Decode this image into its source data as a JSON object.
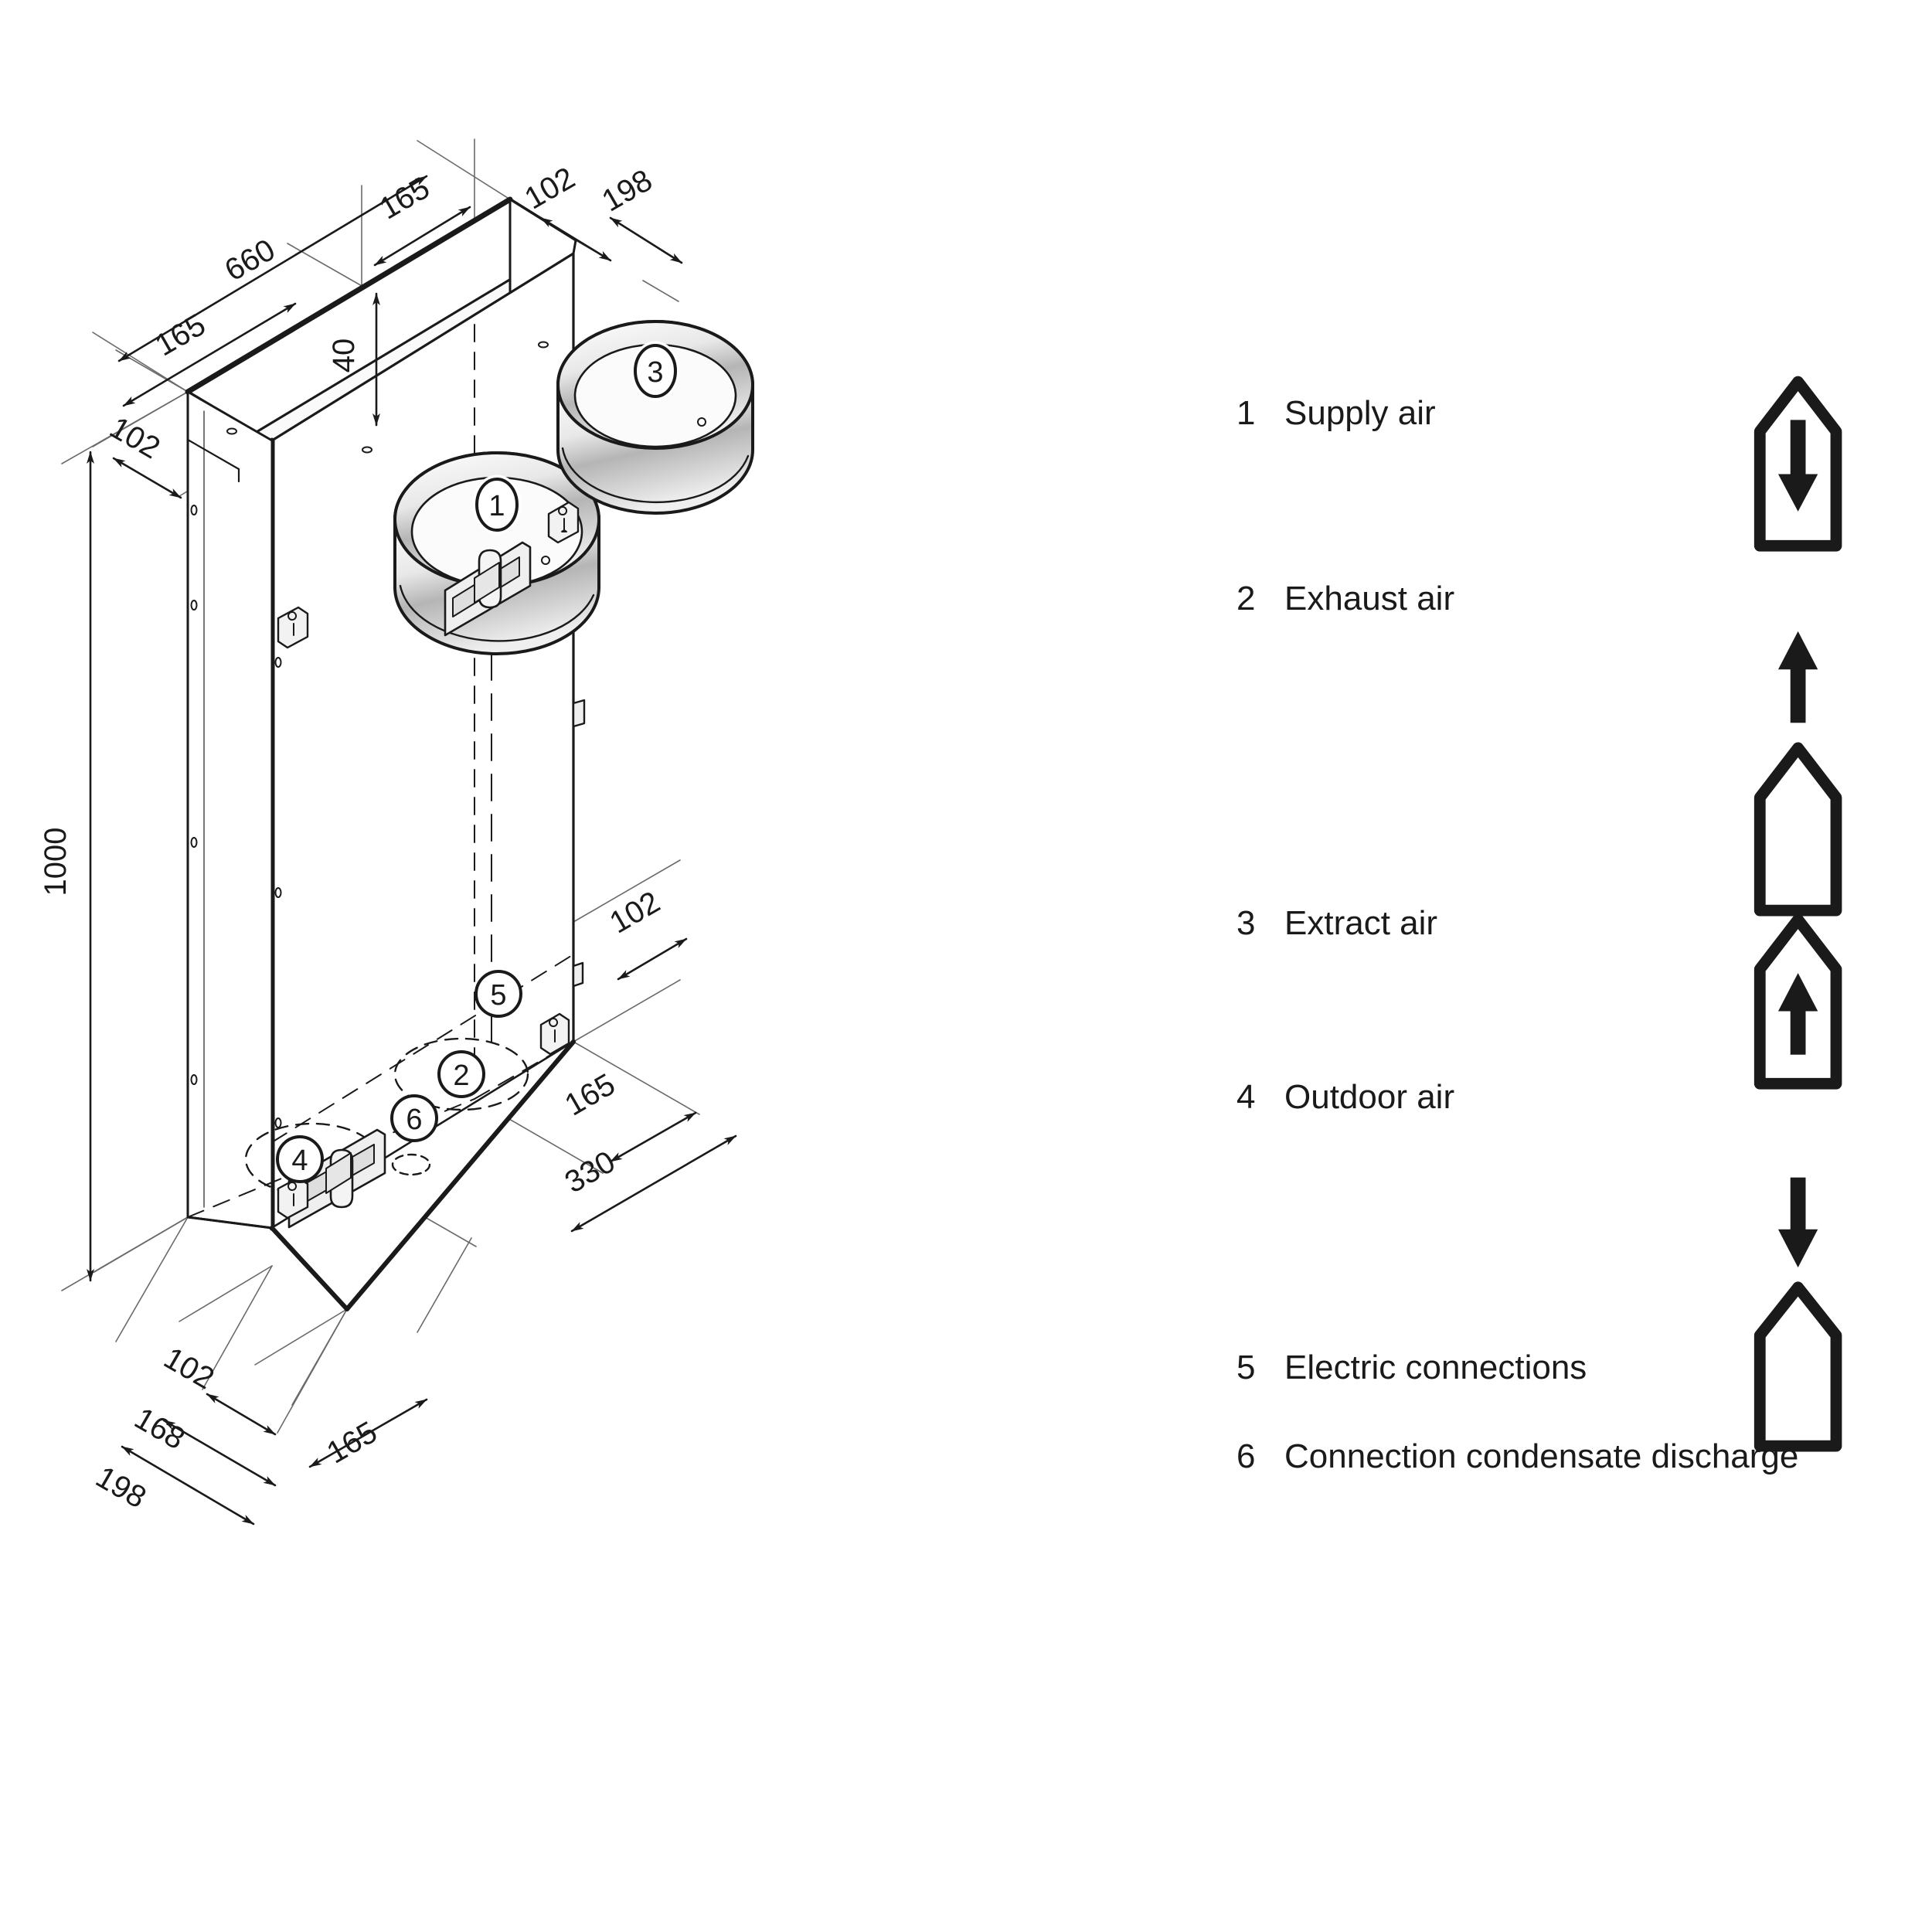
{
  "drawing": {
    "title": "Ventilation unit dimensional drawing",
    "view": "isometric",
    "unit_of_measure": "mm"
  },
  "dimensions": {
    "top_width_overall": "660",
    "top_left_offset": "165",
    "top_right_offset": "165",
    "duct_vertical_offset": "40",
    "top_depth_inner": "102",
    "top_depth_overall": "198",
    "height_overall": "1000",
    "bottom_left_depth_inner": "102",
    "bottom_left_depth_mid": "168",
    "bottom_left_depth_overall": "198",
    "right_depth": "102",
    "bottom_right_offset": "165",
    "bottom_right_overall": "330",
    "bottom_front_offset": "165"
  },
  "callouts": {
    "one": "1",
    "two": "2",
    "three": "3",
    "four": "4",
    "five": "5",
    "six": "6"
  },
  "legend": {
    "items": [
      {
        "num": "1",
        "label": "Supply air",
        "icon": "house-arrow-down-inside-icon"
      },
      {
        "num": "2",
        "label": "Exhaust air",
        "icon": "house-arrow-up-outside-icon"
      },
      {
        "num": "3",
        "label": "Extract air",
        "icon": "house-arrow-up-inside-icon"
      },
      {
        "num": "4",
        "label": "Outdoor air",
        "icon": "house-arrow-down-outside-icon"
      },
      {
        "num": "5",
        "label": "Electric connections",
        "icon": "none"
      },
      {
        "num": "6",
        "label": "Connection condensate discharge",
        "icon": "none"
      }
    ]
  },
  "colors": {
    "line": "#1a1a1a",
    "thin_line": "#555555",
    "fill_light": "#f2f2f2",
    "fill_mid": "#e2e2e2",
    "background": "#ffffff"
  }
}
